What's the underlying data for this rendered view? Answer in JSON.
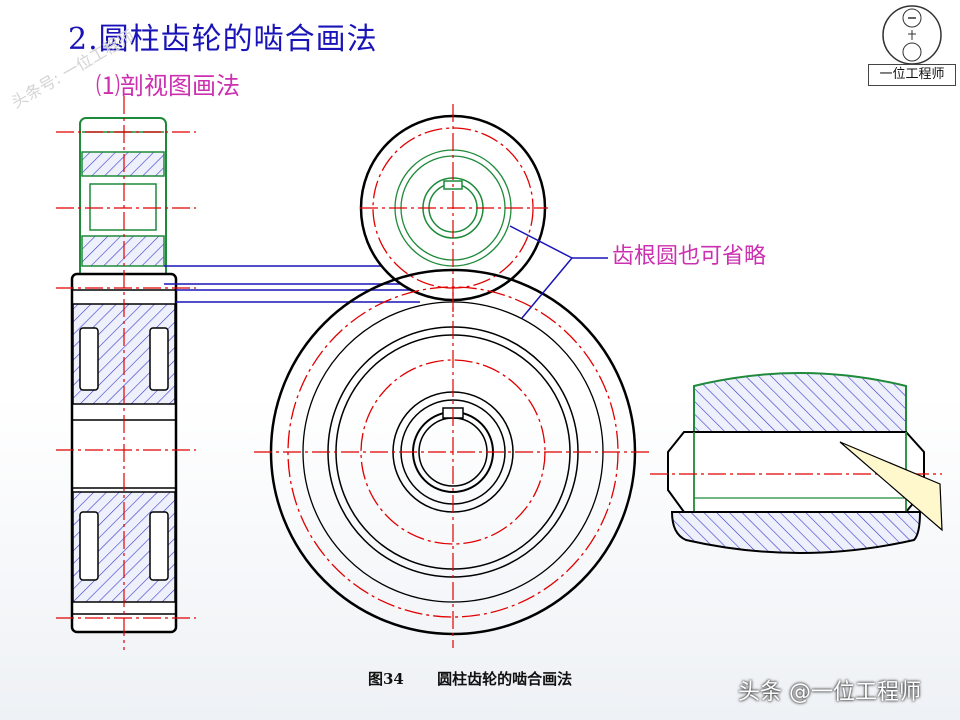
{
  "header": {
    "title": "2.圆柱齿轮的啮合画法",
    "subtitle": "⑴剖视图画法"
  },
  "watermark": "头条号: 一位工程师",
  "logo": {
    "text": "一位工程师"
  },
  "callout": {
    "label": "齿根圆也可省略"
  },
  "caption": {
    "figure_number": "图34",
    "figure_title": "圆柱齿轮的啮合画法"
  },
  "footer": {
    "source": "头条 @一位工程师"
  },
  "colors": {
    "outline": "#000000",
    "centerline": "#e00000",
    "green_line": "#1f8a3a",
    "blue_line": "#1a14b8",
    "hatch": "#3a3acc",
    "title": "#1a14b8",
    "accent": "#cc2fb0"
  }
}
